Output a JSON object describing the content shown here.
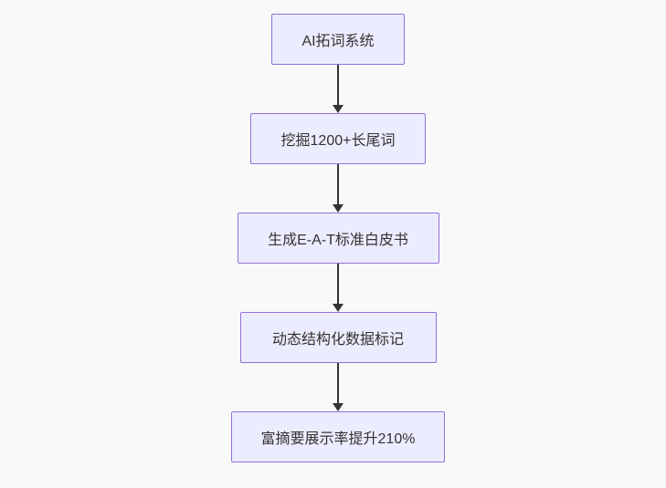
{
  "diagram": {
    "type": "flowchart-vertical",
    "colors": {
      "page_background": "#f9f9f9",
      "node_fill": "#ECECFF",
      "node_border": "#9370DB",
      "node_text": "#333333",
      "arrow": "#333333"
    },
    "nodes": [
      {
        "id": "n1",
        "label": "AI拓词系统"
      },
      {
        "id": "n2",
        "label": "挖掘1200+长尾词"
      },
      {
        "id": "n3",
        "label": "生成E-A-T标准白皮书"
      },
      {
        "id": "n4",
        "label": "动态结构化数据标记"
      },
      {
        "id": "n5",
        "label": "富摘要展示率提升210%"
      }
    ],
    "edges": [
      {
        "from": "n1",
        "to": "n2"
      },
      {
        "from": "n2",
        "to": "n3"
      },
      {
        "from": "n3",
        "to": "n4"
      },
      {
        "from": "n4",
        "to": "n5"
      }
    ]
  }
}
